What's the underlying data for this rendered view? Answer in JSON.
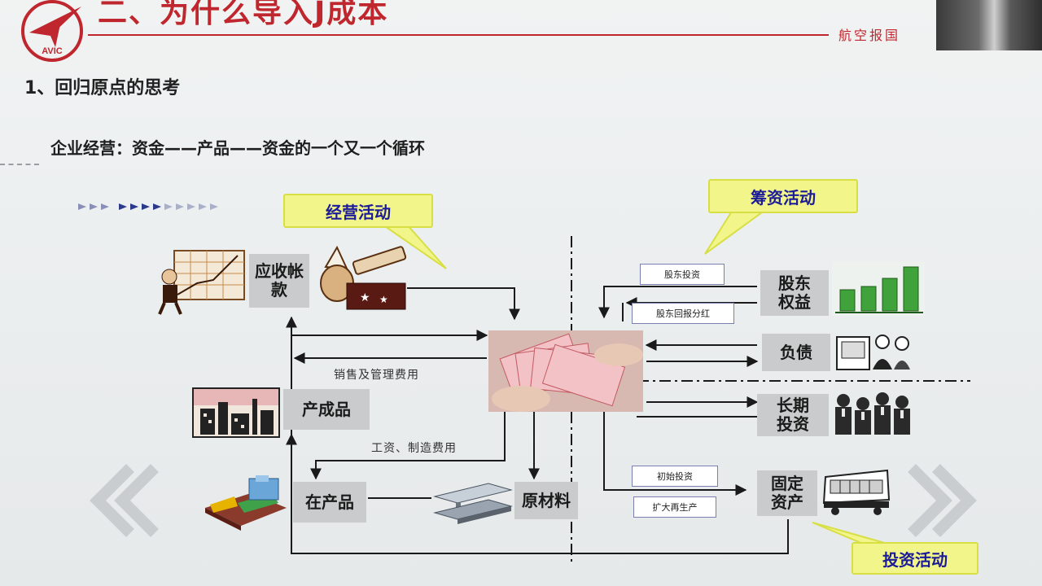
{
  "header": {
    "title": "二、为什么导入J成本",
    "motto": "航空报国",
    "logo_text": "AVIC"
  },
  "subheading": "1、回归原点的思考",
  "cycle_text": "企业经营：资金——产品——资金的一个又一个循环",
  "callouts": {
    "operating": "经营活动",
    "financing": "筹资活动",
    "investing": "投资活动"
  },
  "nodes": {
    "receivables": "应收帐款",
    "finished_goods": "产成品",
    "wip": "在产品",
    "raw_materials": "原材料",
    "equity": "股东权益",
    "liabilities": "负债",
    "lt_investment": "长期投资",
    "fixed_assets": "固定资产"
  },
  "flow_labels": {
    "sales_admin": "销售及管理费用",
    "wages_mfg": "工资、制造费用",
    "shareholder_invest": "股东投资",
    "shareholder_return": "股东回报分红",
    "initial_invest": "初始投资",
    "expand_reproduction": "扩大再生产"
  },
  "colors": {
    "brand_red": "#c0262d",
    "callout_yellow": "#f2f58a",
    "callout_text": "#1c1c9a",
    "node_gray": "#c9cbcc"
  }
}
